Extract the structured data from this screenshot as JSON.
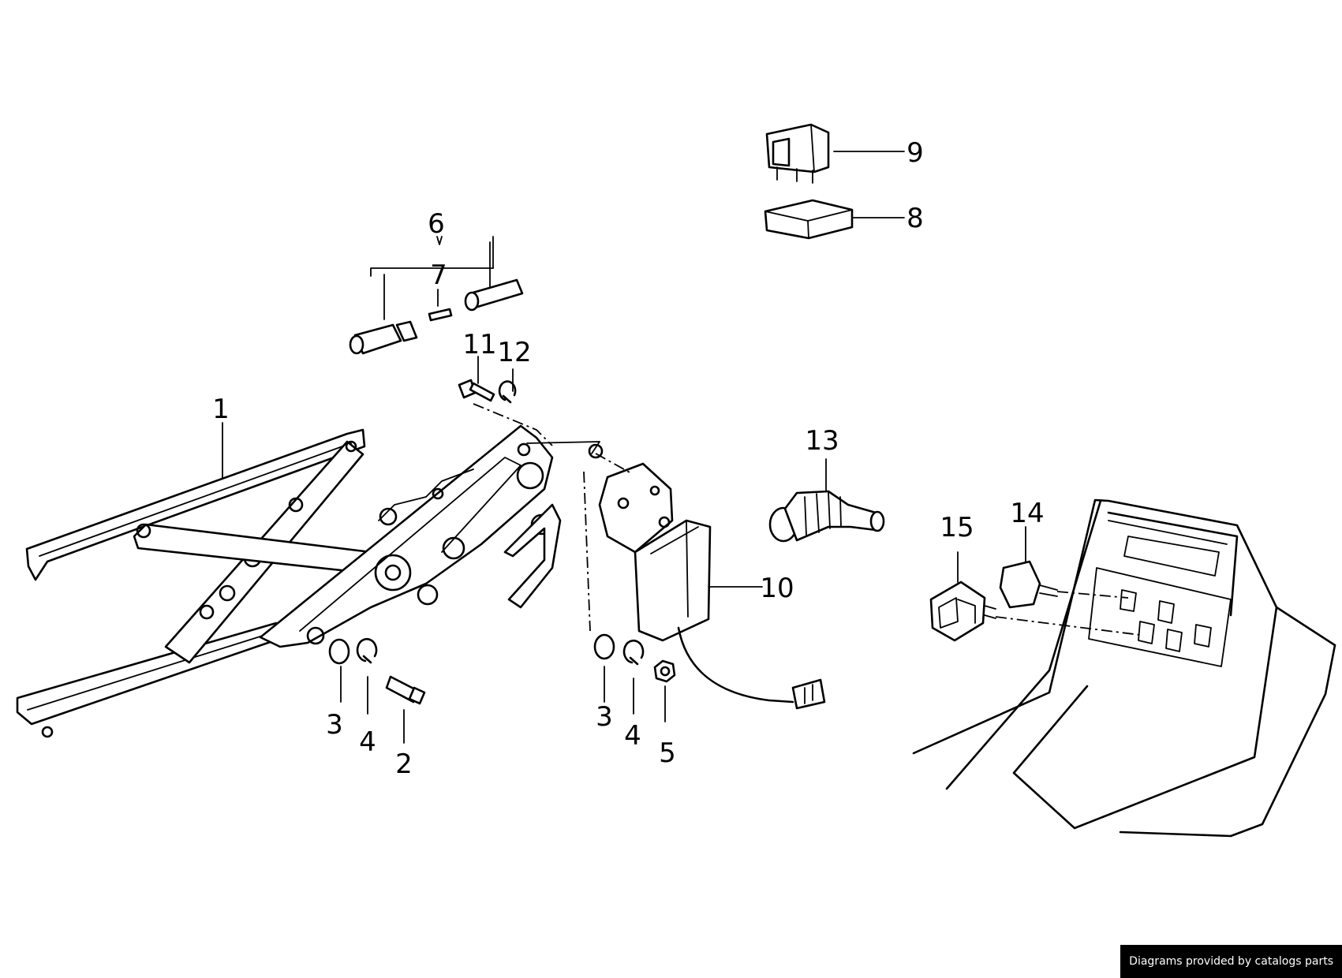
{
  "callouts": {
    "c1": "1",
    "c2": "2",
    "c3a": "3",
    "c3b": "3",
    "c4a": "4",
    "c4b": "4",
    "c5": "5",
    "c6": "6",
    "c7": "7",
    "c8": "8",
    "c9": "9",
    "c10": "10",
    "c11": "11",
    "c12": "12",
    "c13": "13",
    "c14": "14",
    "c15": "15"
  },
  "credit": "Diagrams provided by catalogs parts"
}
